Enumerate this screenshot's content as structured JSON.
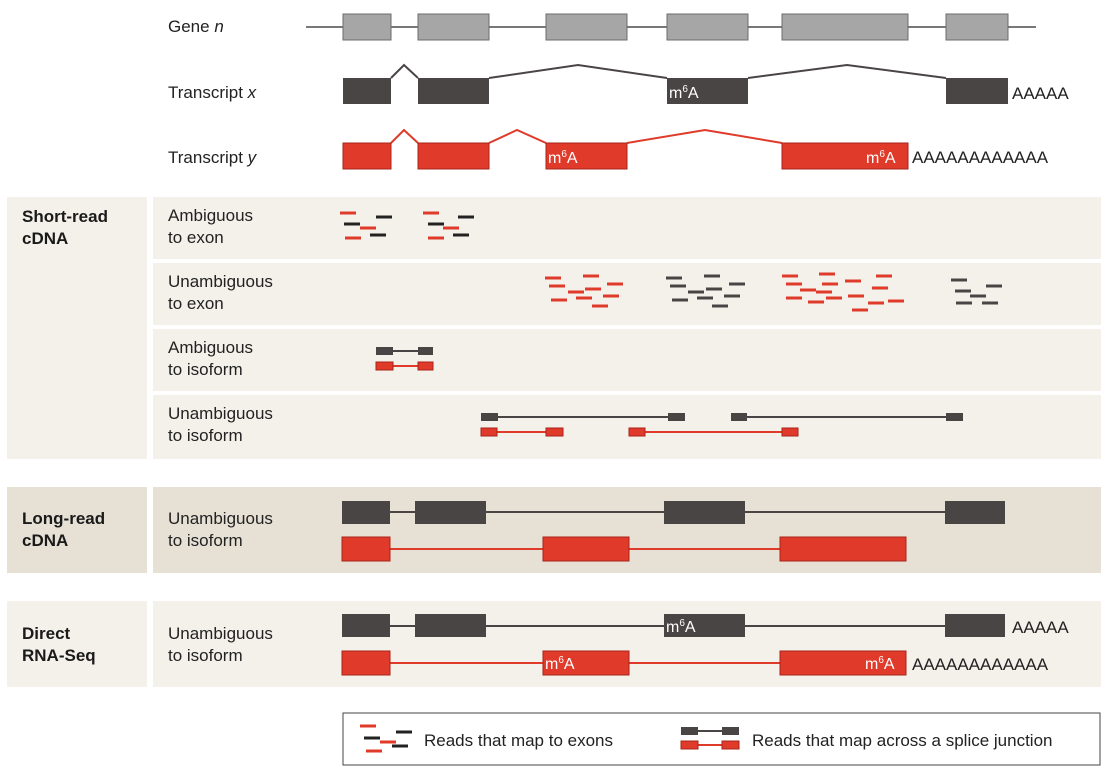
{
  "colors": {
    "gene_exon": "#a7a6a6",
    "transcript_x": "#4a4545",
    "transcript_y": "#e03a2a",
    "panel_light": "#f4f1ea",
    "panel_dark": "#e7e1d5"
  },
  "top": {
    "gene_label": "Gene ",
    "gene_italic": "n",
    "tx_x_label": "Transcript ",
    "tx_x_italic": "x",
    "tx_y_label": "Transcript ",
    "tx_y_italic": "y",
    "m6a_base": "m",
    "m6a_sup": "6",
    "m6a_end": "A",
    "polya_short": "AAAAA",
    "polya_long": "AAAAAAAAAAAA"
  },
  "sections": {
    "short_read": {
      "title_line1": "Short-read",
      "title_line2": "cDNA",
      "rows": [
        {
          "line1": "Ambiguous",
          "line2": "to exon"
        },
        {
          "line1": "Unambiguous",
          "line2": "to exon"
        },
        {
          "line1": "Ambiguous",
          "line2": "to isoform"
        },
        {
          "line1": "Unambiguous",
          "line2": "to isoform"
        }
      ]
    },
    "long_read": {
      "title_line1": "Long-read",
      "title_line2": "cDNA",
      "row": {
        "line1": "Unambiguous",
        "line2": "to isoform"
      }
    },
    "direct_rna": {
      "title_line1": "Direct",
      "title_line2": "RNA-Seq",
      "row": {
        "line1": "Unambiguous",
        "line2": "to isoform"
      }
    }
  },
  "legend": {
    "exon_reads": "Reads that map to exons",
    "junction_reads": "Reads that map across a splice junction"
  }
}
